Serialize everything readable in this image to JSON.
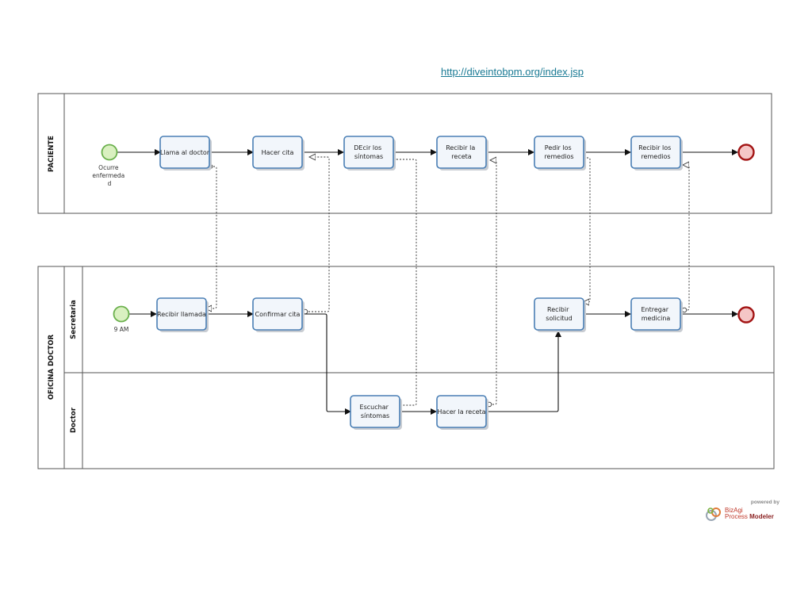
{
  "link_text": "http://diveintobpm.org/index.jsp",
  "pools": {
    "paciente": "PACIENTE",
    "oficina": "OFICINA DOCTOR",
    "lane_secretaria": "Secretaria",
    "lane_doctor": "Doctor"
  },
  "events": {
    "start_paciente": [
      "Ocurre",
      "enfermeda",
      "d"
    ],
    "start_secretaria": [
      "9 AM"
    ]
  },
  "tasks": {
    "llama_doctor": [
      "Llama al doctor"
    ],
    "hacer_cita": [
      "Hacer cita"
    ],
    "decir_sintomas": [
      "DEcir los",
      "síntomas"
    ],
    "recibir_receta": [
      "Recibir la",
      "receta"
    ],
    "pedir_remedios": [
      "Pedir los",
      "remedios"
    ],
    "recibir_remedios": [
      "Recibir los",
      "remedios"
    ],
    "recibir_llamada": [
      "Recibir llamada"
    ],
    "confirmar_cita": [
      "Confirmar cita"
    ],
    "recibir_solicitud": [
      "Recibir",
      "solicitud"
    ],
    "entregar_medicina": [
      "Entregar",
      "medicina"
    ],
    "escuchar_sintomas": [
      "Escuchar",
      "síntomas"
    ],
    "hacer_receta": [
      "Hacer la receta"
    ]
  },
  "logo": {
    "powered": "powered by",
    "brand": "BizAgi",
    "product_a": "Process",
    "product_b": "Modeler"
  },
  "colors": {
    "task_border": "#4a7fb5",
    "task_fill": "#f2f6fb",
    "start_fill": "#d9f0c0",
    "start_stroke": "#6ab04c",
    "end_fill": "#f5c6c6",
    "end_stroke": "#a31515",
    "link": "#1a7a94"
  }
}
